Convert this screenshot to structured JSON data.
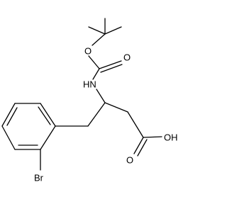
{
  "atoms": {
    "ester_oxygen": "O",
    "carbonyl_oxygen_carbamate": "O",
    "amine": "HN",
    "carboxylic_acid_oh": "OH",
    "carboxylic_acid_o": "O",
    "bromine": "Br"
  },
  "colors": {
    "bond": "#000000",
    "label": "#000000",
    "background": "#ffffff"
  }
}
